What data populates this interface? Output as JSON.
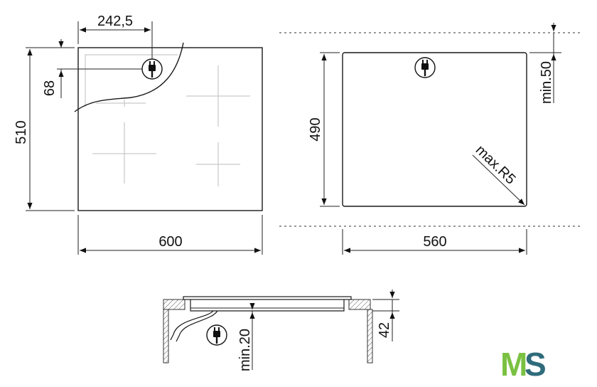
{
  "top_view": {
    "width": "600",
    "depth": "510",
    "plug_offset_x": "242,5",
    "plug_offset_y": "68"
  },
  "cutout": {
    "width": "560",
    "depth": "490",
    "clearance": "min.50",
    "corner_radius": "max.R5"
  },
  "section": {
    "height": "42",
    "clearance_below": "min.20"
  },
  "logo": {
    "letter_1": "M",
    "letter_2": "S",
    "color_1": "#7ac142",
    "color_2": "#2f6b7b"
  }
}
